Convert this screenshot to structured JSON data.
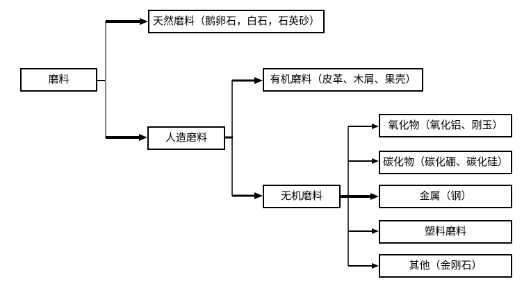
{
  "diagram": {
    "kind": "classification-tree",
    "tree": {
      "label": "磨料",
      "children": [
        {
          "label": "天然磨料（鹅卵石，白石，石英砂）",
          "children": []
        },
        {
          "label": "人造磨料",
          "children": [
            {
              "label": "有机磨料（皮革、木屑、果壳）",
              "children": []
            },
            {
              "label": "无机磨料",
              "children": [
                {
                  "label": "氧化物（氧化铝、刚玉）"
                },
                {
                  "label": "碳化物（碳化硼、碳化硅）"
                },
                {
                  "label": "金属（钢）"
                },
                {
                  "label": "塑料磨料"
                },
                {
                  "label": "其他（金刚石）"
                }
              ]
            }
          ]
        }
      ]
    },
    "colors": {
      "line": "#000000",
      "trunk": "#808080",
      "box_border": "#000000",
      "background": "#ffffff",
      "text": "#000000"
    }
  }
}
